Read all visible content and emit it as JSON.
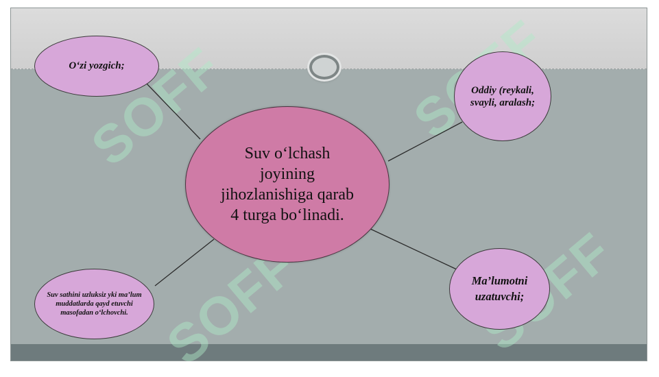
{
  "diagram": {
    "center": {
      "text": "Suv o‘lchash joyining jihozlanishiga qarab 4 turga bo‘linadi."
    },
    "nodes": {
      "top_left": {
        "text": "O‘zi yozgich;"
      },
      "top_right": {
        "text": "Oddiy (reykali, svayli, aralash;"
      },
      "bottom_left": {
        "text": "Suv sathini uzluksiz yki ma’lum muddatlarda qayd etuvchi masofadan o‘lchovchi."
      },
      "bottom_right": {
        "text": "Ma’lumotni uzatuvchi;"
      }
    }
  },
  "watermark": {
    "text": "SOFF"
  },
  "colors": {
    "slide_background": "#a3adad",
    "top_band": "#d6d6d6",
    "center_node": "#cf7ba6",
    "outer_nodes": "#d7a7d9",
    "connectors": "#2b2b2b",
    "watermark": "#afebc8"
  }
}
